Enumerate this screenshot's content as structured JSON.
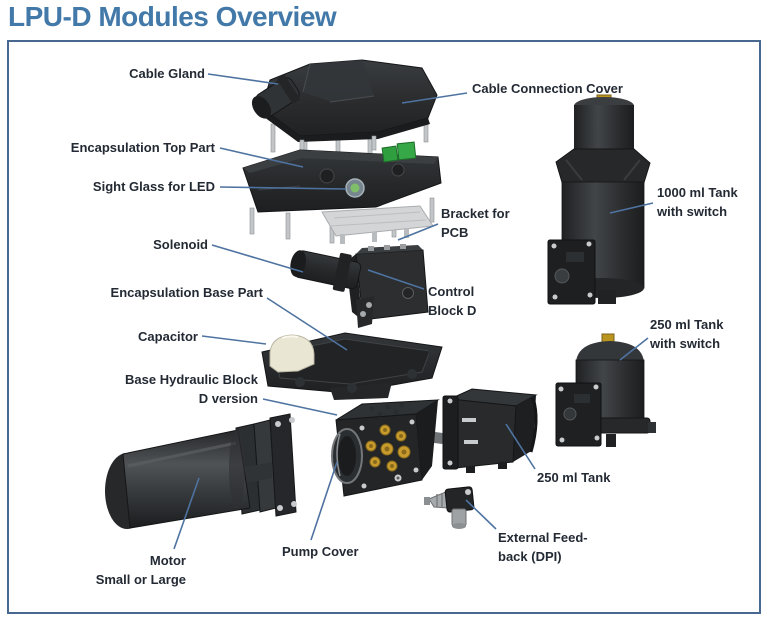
{
  "page": {
    "title": "LPU-D Modules Overview"
  },
  "colors": {
    "title_text": "#4279a9",
    "label_text": "#232a34",
    "leader_line": "#4e73a0",
    "frame_border": "#49688f",
    "background": "#ffffff",
    "part_body_dark": "#2b2d2f",
    "brass_fitting": "#c79b2e",
    "pcb_green": "#2f9e3f",
    "bracket_gray": "#d3d5d7",
    "capacitor_cream": "#eae6d4"
  },
  "diagram": {
    "labels": [
      {
        "name": "cable-gland",
        "text": "Cable Gland"
      },
      {
        "name": "cable-connection-cover",
        "text": "Cable Connection Cover"
      },
      {
        "name": "encapsulation-top-part",
        "text": "Encapsulation Top Part"
      },
      {
        "name": "sight-glass-for-led",
        "text": "Sight Glass for LED"
      },
      {
        "name": "bracket-for-pcb",
        "text": "Bracket for\nPCB"
      },
      {
        "name": "solenoid",
        "text": "Solenoid"
      },
      {
        "name": "control-block-d",
        "text": "Control\nBlock D"
      },
      {
        "name": "encapsulation-base-part",
        "text": "Encapsulation Base Part"
      },
      {
        "name": "capacitor",
        "text": "Capacitor"
      },
      {
        "name": "base-hydraulic-block-d-version",
        "text": "Base Hydraulic Block\nD version"
      },
      {
        "name": "tank-1000ml-with-switch",
        "text": "1000 ml Tank\nwith switch"
      },
      {
        "name": "tank-250ml-with-switch",
        "text": "250 ml Tank\nwith switch"
      },
      {
        "name": "tank-250ml",
        "text": "250 ml Tank"
      },
      {
        "name": "pump-cover",
        "text": "Pump Cover"
      },
      {
        "name": "external-feedback-dpi",
        "text": "External Feed-\nback (DPI)"
      },
      {
        "name": "motor-small-or-large",
        "text": "Motor\nSmall or Large"
      }
    ]
  }
}
